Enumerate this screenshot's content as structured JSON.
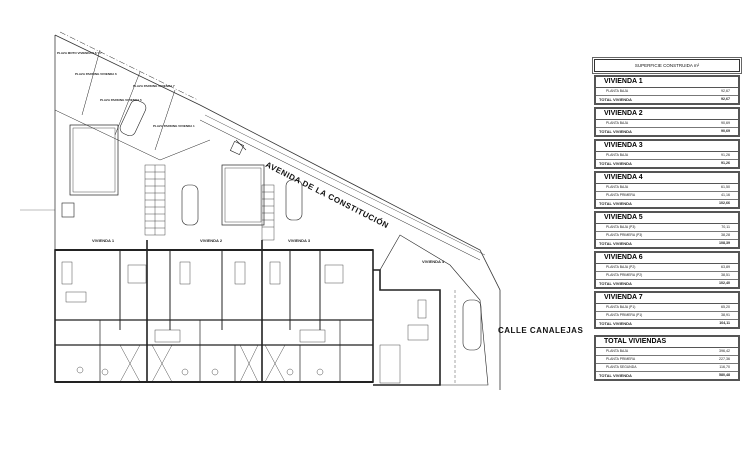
{
  "plan": {
    "streets": {
      "avenida": "AVENIDA DE LA CONSTITUCIÓN",
      "calle": "CALLE CANALEJAS"
    },
    "dwelling_labels": [
      "VIVIENDA 1",
      "VIVIENDA 2",
      "VIVIENDA 3",
      "VIVIENDA 4"
    ],
    "parking_labels": [
      "PLAZA MOTO VIVIENDA 5,6 Y 7",
      "PLAZA PARKING VIVIENDA 6",
      "PLAZA PARKING VIVIENDA 7",
      "PLAZA PARKING VIVIENDA 5",
      "PLAZA PARKING VIVIENDA 1"
    ]
  },
  "table": {
    "header": "SUPERFICIE CONSTRUIDA m²",
    "blocks": [
      {
        "title": "VIVIENDA 1",
        "rows": [
          {
            "label": "PLANTA BAJA",
            "value": "92,67"
          }
        ],
        "total_label": "TOTAL VIVIENDA",
        "total": "92,67"
      },
      {
        "title": "VIVIENDA 2",
        "rows": [
          {
            "label": "PLANTA BAJA",
            "value": "90,69"
          }
        ],
        "total_label": "TOTAL VIVIENDA",
        "total": "90,69"
      },
      {
        "title": "VIVIENDA 3",
        "rows": [
          {
            "label": "PLANTA BAJA",
            "value": "91,26"
          }
        ],
        "total_label": "TOTAL VIVIENDA",
        "total": "91,26"
      },
      {
        "title": "VIVIENDA 4",
        "rows": [
          {
            "label": "PLANTA BAJA",
            "value": "61,50"
          },
          {
            "label": "PLANTA PRIMERA",
            "value": "41,16"
          }
        ],
        "total_label": "TOTAL VIVIENDA",
        "total": "102,66"
      },
      {
        "title": "VIVIENDA 5",
        "rows": [
          {
            "label": "PLANTA BAJA (P3)",
            "value": "70,11"
          },
          {
            "label": "PLANTA PRIMERA (P3)",
            "value": "38,28"
          }
        ],
        "total_label": "TOTAL VIVIENDA",
        "total": "108,39"
      },
      {
        "title": "VIVIENDA 6",
        "rows": [
          {
            "label": "PLANTA BAJA (P2)",
            "value": "63,89"
          },
          {
            "label": "PLANTA PRIMERA (P2)",
            "value": "38,51"
          }
        ],
        "total_label": "TOTAL VIVIENDA",
        "total": "102,40"
      },
      {
        "title": "VIVIENDA 7",
        "rows": [
          {
            "label": "PLANTA BAJA (P1)",
            "value": "65,20"
          },
          {
            "label": "PLANTA PRIMERA (P1)",
            "value": "38,91"
          }
        ],
        "total_label": "TOTAL VIVIENDA",
        "total": "104,11"
      }
    ],
    "totals": {
      "title": "TOTAL VIVIENDAS",
      "rows": [
        {
          "label": "PLANTA BAJA",
          "value": "396,42"
        },
        {
          "label": "PLANTA PRIMERA",
          "value": "227,36"
        },
        {
          "label": "PLANTA SEGUNDA",
          "value": "116,70"
        }
      ],
      "total_label": "TOTAL VIVIENDA",
      "total": "580,48"
    }
  }
}
